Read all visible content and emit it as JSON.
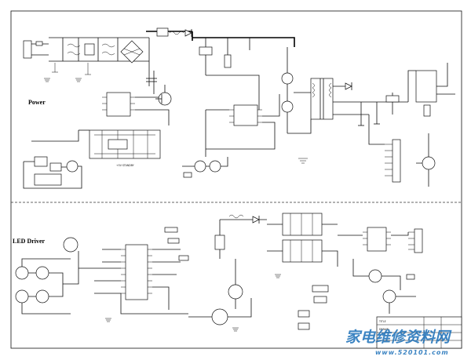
{
  "sections": {
    "power_label": "Power",
    "led_label": "LED Driver"
  },
  "watermark": {
    "text": "家电维修资料网",
    "url": "www.520101.com",
    "color_primary": "#1b6fb8",
    "color_url": "#1b6fb8"
  }
}
